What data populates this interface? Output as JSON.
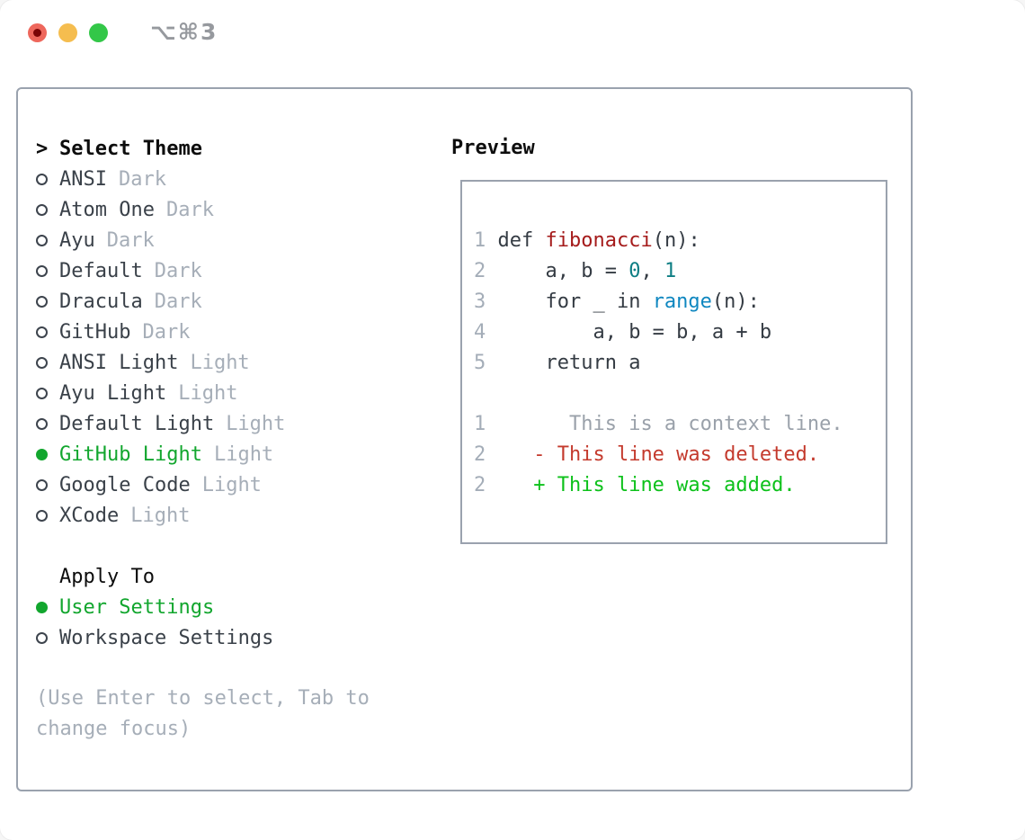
{
  "window": {
    "shortcut": "⌥⌘3"
  },
  "theme_panel": {
    "title_prefix": ">",
    "title": "Select Theme",
    "themes": [
      {
        "name": "ANSI",
        "tag": "Dark",
        "selected": false
      },
      {
        "name": "Atom One",
        "tag": "Dark",
        "selected": false
      },
      {
        "name": "Ayu",
        "tag": "Dark",
        "selected": false
      },
      {
        "name": "Default",
        "tag": "Dark",
        "selected": false
      },
      {
        "name": "Dracula",
        "tag": "Dark",
        "selected": false
      },
      {
        "name": "GitHub",
        "tag": "Dark",
        "selected": false
      },
      {
        "name": "ANSI Light",
        "tag": "Light",
        "selected": false
      },
      {
        "name": "Ayu Light",
        "tag": "Light",
        "selected": false
      },
      {
        "name": "Default Light",
        "tag": "Light",
        "selected": false
      },
      {
        "name": "GitHub Light",
        "tag": "Light",
        "selected": true
      },
      {
        "name": "Google Code",
        "tag": "Light",
        "selected": false
      },
      {
        "name": "XCode",
        "tag": "Light",
        "selected": false
      }
    ],
    "apply_to_title": "Apply To",
    "apply_options": [
      {
        "label": "User Settings",
        "selected": true
      },
      {
        "label": "Workspace Settings",
        "selected": false
      }
    ],
    "hint": "(Use Enter to select, Tab to change focus)"
  },
  "preview": {
    "title": "Preview",
    "lines": [
      {
        "num": "1",
        "segments": [
          {
            "t": "def ",
            "c": "default"
          },
          {
            "t": "fibonacci",
            "c": "function"
          },
          {
            "t": "(n):",
            "c": "default"
          }
        ]
      },
      {
        "num": "2",
        "segments": [
          {
            "t": "    a, b = ",
            "c": "default"
          },
          {
            "t": "0",
            "c": "number"
          },
          {
            "t": ", ",
            "c": "default"
          },
          {
            "t": "1",
            "c": "number"
          }
        ]
      },
      {
        "num": "3",
        "segments": [
          {
            "t": "    for _ in ",
            "c": "default"
          },
          {
            "t": "range",
            "c": "builtin"
          },
          {
            "t": "(n):",
            "c": "default"
          }
        ]
      },
      {
        "num": "4",
        "segments": [
          {
            "t": "        a, b = b, a + b",
            "c": "default"
          }
        ]
      },
      {
        "num": "5",
        "segments": [
          {
            "t": "    return a",
            "c": "default"
          }
        ]
      },
      {
        "num": "",
        "segments": []
      },
      {
        "num": "1",
        "segments": [
          {
            "t": "      This is a context line.",
            "c": "context"
          }
        ]
      },
      {
        "num": "2",
        "segments": [
          {
            "t": "   - This line was deleted.",
            "c": "deleted"
          }
        ]
      },
      {
        "num": "2",
        "segments": [
          {
            "t": "   + This line was added.",
            "c": "added"
          }
        ]
      }
    ]
  },
  "colors": {
    "accent_green": "#12a62e",
    "added_green": "#0cc11a",
    "deleted_red": "#c43a2d",
    "context_gray": "#9aa1aa",
    "function_red": "#a51b1b",
    "number_teal": "#0d7e84",
    "builtin_blue": "#0f87c0",
    "code_default": "#343b43",
    "line_number": "#a4adb8",
    "muted_gray": "#a6aeb8",
    "text_dark": "#3a4149",
    "heading_black": "#0d0d0d",
    "panel_border": "#9aa2ae",
    "traffic_red": "#ee675c",
    "traffic_red_dot": "#7b0506",
    "traffic_yellow": "#f5bd4f",
    "traffic_green": "#33c748"
  }
}
